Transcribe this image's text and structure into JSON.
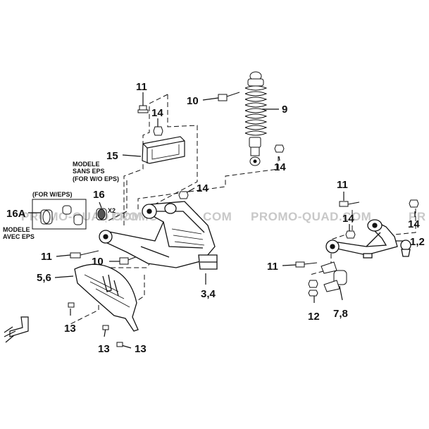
{
  "watermarks": [
    {
      "text": "PROMO-QUAD.COM"
    },
    {
      "text": "PROMO-QUAD.COM"
    },
    {
      "text": "PROMO-QUAD.COM"
    },
    {
      "text": "PR"
    }
  ],
  "callouts": {
    "c11_top": "11",
    "c14_top": "14",
    "c10_top": "10",
    "c9": "9",
    "c15": "15",
    "c14_right_of_shock": "14",
    "c14_mid": "14",
    "c16": "16",
    "c16a": "16A",
    "c11_left": "11",
    "c10_bottom": "10",
    "c56": "5,6",
    "c13_a": "13",
    "c13_b": "13",
    "c13_c": "13",
    "c34": "3,4",
    "c11_right_top": "11",
    "c14_right_a": "14",
    "c14_right_b": "14",
    "c12_pair": "1,2",
    "c11_right_mid": "11",
    "c12": "12",
    "c78": "7,8"
  },
  "notes": {
    "modele_sans_1": "MODELE",
    "modele_sans_2": "SANS EPS",
    "modele_sans_3": "(FOR W/O EPS)",
    "for_w_eps": "(FOR W/EPS)",
    "modele_avec_1": "MODELE",
    "modele_avec_2": "AVEC EPS",
    "x2": "X2"
  },
  "colors": {
    "line": "#111111",
    "watermark": "#c8c8c8",
    "part_fill": "#ffffff",
    "shade": "#555555"
  }
}
